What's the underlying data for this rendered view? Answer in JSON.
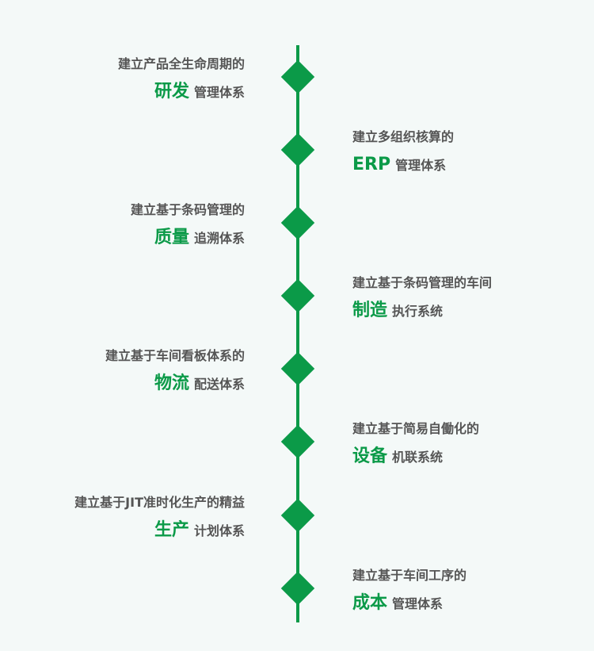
{
  "items": [
    {
      "title": "建立产品全生命周期的",
      "key": "研发",
      "sub": "管理体系",
      "side": "left"
    },
    {
      "title": "建立多组织核算的",
      "key": "ERP",
      "sub": "管理体系",
      "side": "right"
    },
    {
      "title": "建立基于条码管理的",
      "key": "质量",
      "sub": "追溯体系",
      "side": "left"
    },
    {
      "title": "建立基于条码管理的车间",
      "key": "制造",
      "sub": "执行系统",
      "side": "right"
    },
    {
      "title": "建立基于车间看板体系的",
      "key": "物流",
      "sub": "配送体系",
      "side": "left"
    },
    {
      "title": "建立基于简易自働化的",
      "key": "设备",
      "sub": "机联系统",
      "side": "right"
    },
    {
      "title": "建立基于JIT准时化生产的精益",
      "key": "生产",
      "sub": "计划体系",
      "side": "left"
    },
    {
      "title": "建立基于车间工序的",
      "key": "成本",
      "sub": "管理体系",
      "side": "right"
    }
  ],
  "colors": {
    "accent": "#0b9a48",
    "text": "#555555"
  }
}
